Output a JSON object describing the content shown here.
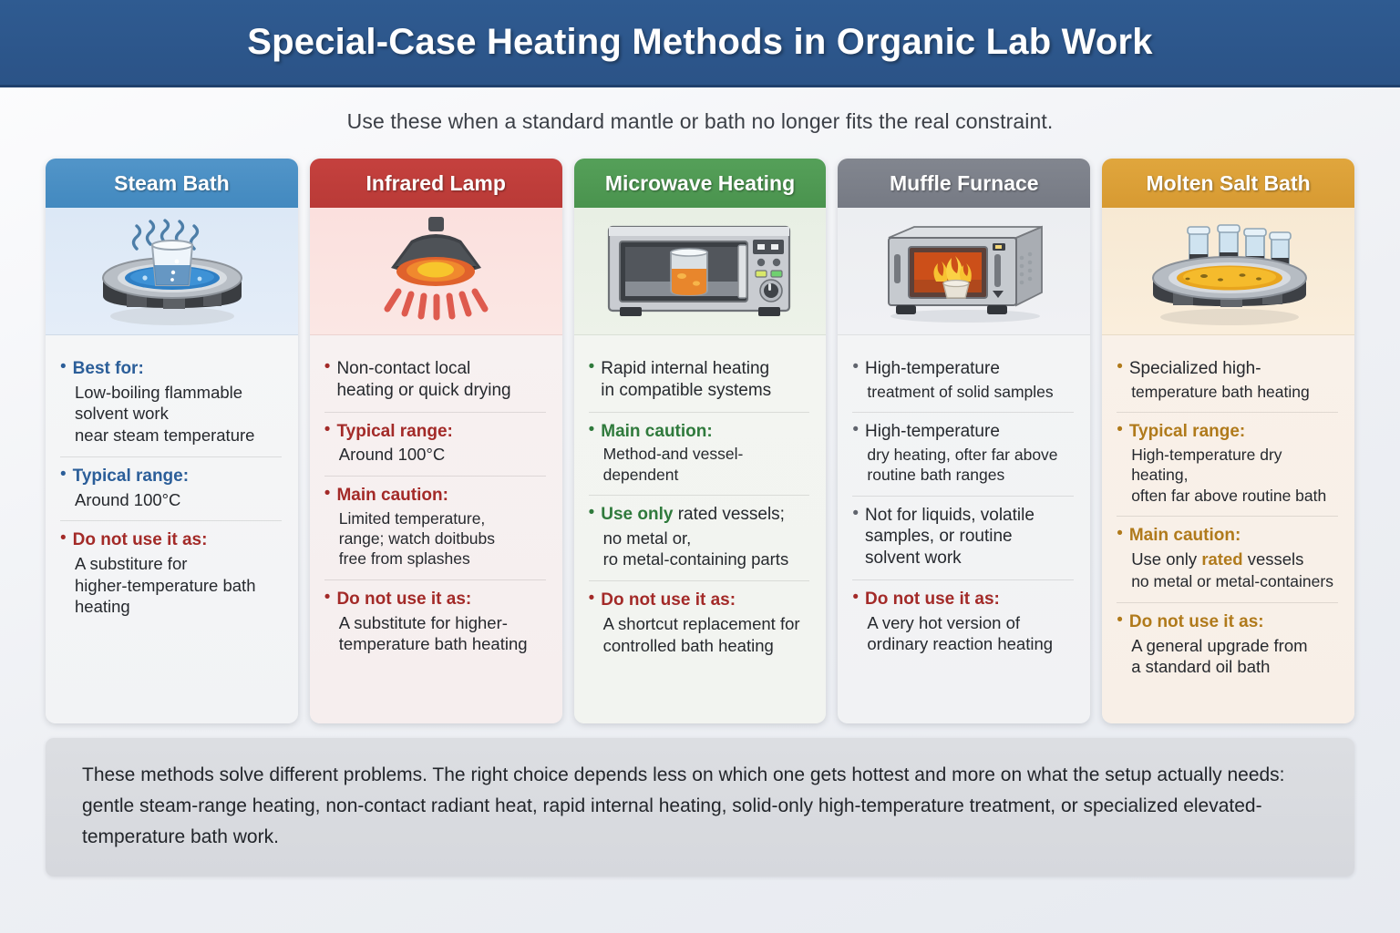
{
  "header": {
    "title": "Special-Case Heating Methods in Organic Lab Work",
    "subtitle": "Use these when a standard mantle or bath no longer fits the real constraint."
  },
  "colors": {
    "header_bar": "#2f5b91",
    "steam_bath": "#4a8fc4",
    "infrared_lamp": "#c13a38",
    "microwave": "#4e9a52",
    "muffle_furnace": "#7c808c",
    "molten_salt": "#dda13a",
    "danger_red": "#a32a28"
  },
  "cards": [
    {
      "title": "Steam Bath",
      "icon": "steam-bath-icon",
      "blocks": [
        {
          "label": "Best for:",
          "desc": "Low-boiling flammable\nsolvent work\nnear steam temperature"
        },
        {
          "label": "Typical range:",
          "desc": "Around 100°C"
        },
        {
          "label": "Do not use it as:",
          "desc": "A substiture for\nhigher-temperature bath\nheating",
          "danger": true
        }
      ]
    },
    {
      "title": "Infrared Lamp",
      "icon": "infrared-lamp-icon",
      "blocks": [
        {
          "label": "",
          "lead_text": "Non-contact local\nheating or quick drying"
        },
        {
          "label": "Typical range:",
          "desc": "Around 100°C"
        },
        {
          "label": "Main caution:",
          "desc": "Limited temperature,\nrange; watch doitbubs\nfree from splashes"
        },
        {
          "label": "Do not use it as:",
          "desc": "A substitute for higher-\ntemperature bath heating",
          "danger": true
        }
      ]
    },
    {
      "title": "Microwave Heating",
      "icon": "microwave-icon",
      "blocks": [
        {
          "label": "",
          "lead_text": "Rapid internal heating\nin compatible systems"
        },
        {
          "label": "Main caution:",
          "desc": "Method-and vessel-dependent"
        },
        {
          "label": "",
          "accent_lead": "Use only",
          "lead_rest": " rated vessels;",
          "desc": "no metal or,\nro metal-containing parts"
        },
        {
          "label": "Do not use it as:",
          "desc": "A shortcut replacement for\ncontrolled bath heating",
          "danger": true
        }
      ]
    },
    {
      "title": "Muffle Furnace",
      "icon": "muffle-furnace-icon",
      "blocks": [
        {
          "label": "",
          "lead_text": "High-temperature",
          "desc": "treatment of solid samples"
        },
        {
          "label": "",
          "lead_text": "High-temperature",
          "desc": "dry heating, ofter far above\nroutine bath ranges"
        },
        {
          "label": "",
          "lead_text": "Not for liquids, volatile\nsamples, or routine\nsolvent work"
        },
        {
          "label": "Do not use it as:",
          "desc": "A very hot version of\nordinary reaction heating",
          "danger": true
        }
      ]
    },
    {
      "title": "Molten Salt Bath",
      "icon": "molten-salt-bath-icon",
      "blocks": [
        {
          "label": "",
          "lead_text": "Specialized high-",
          "desc": "temperature bath heating"
        },
        {
          "label": "Typical range:",
          "desc": "High-temperature dry heating,\noften far above routine bath"
        },
        {
          "label": "Main caution:",
          "accent_mid": "rated",
          "pre_accent": "Use only ",
          "post_accent": " vessels",
          "desc": "no metal or metal-containers"
        },
        {
          "label": "Do not use it as:",
          "desc": "A general upgrade from\na standard oil bath",
          "danger": true
        }
      ]
    }
  ],
  "footer": {
    "text": "These methods solve different problems. The right choice depends less on which one gets hottest and more on what the setup actually needs: gentle steam-range heating, non-contact radiant heat, rapid internal heating, solid-only high-temperature treatment, or specialized elevated-temperature bath work."
  }
}
